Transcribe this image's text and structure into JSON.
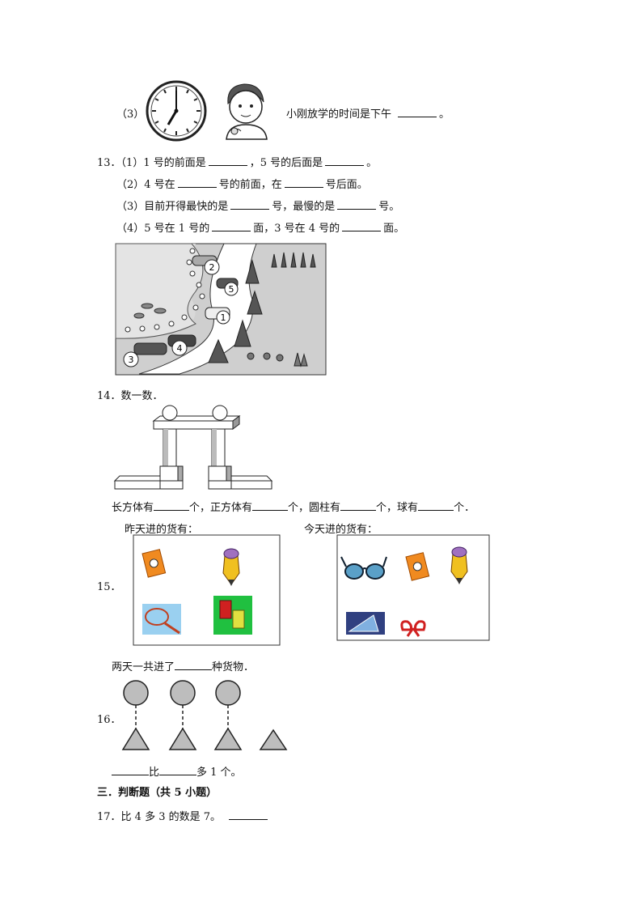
{
  "q12_3": {
    "label": "（3）",
    "text": "小刚放学的时间是下午",
    "end": "。"
  },
  "q13": {
    "number": "13．",
    "lines": [
      {
        "a": "（1）1 号的前面是",
        "b": "，5 号的后面是",
        "c": "。"
      },
      {
        "a": "（2）4 号在",
        "b": "号的前面，在",
        "c": "号后面。"
      },
      {
        "a": "（3）目前开得最快的是",
        "b": "号，最慢的是",
        "c": "号。"
      },
      {
        "a": "（4）5 号在 1 号的",
        "b": "面，3 号在 4 号的",
        "c": "面。"
      }
    ],
    "car_numbers": [
      "2",
      "5",
      "1",
      "4",
      "3"
    ]
  },
  "q14": {
    "title": "14．数一数．",
    "answer": {
      "a": "长方体有",
      "b": "个，正方体有",
      "c": "个，圆柱有",
      "d": "个，球有",
      "e": "个．"
    }
  },
  "q15": {
    "number": "15．",
    "yesterday_label": "昨天进的货有：",
    "today_label": "今天进的货有：",
    "question": {
      "a": "两天一共进了",
      "b": "种货物．"
    }
  },
  "q16": {
    "number": "16．",
    "a": "比",
    "b": "多 1 个。"
  },
  "section3": {
    "title": "三．判断题（共 5 小题）"
  },
  "q17": {
    "text": "17．比 4 多 3 的数是 7。"
  }
}
